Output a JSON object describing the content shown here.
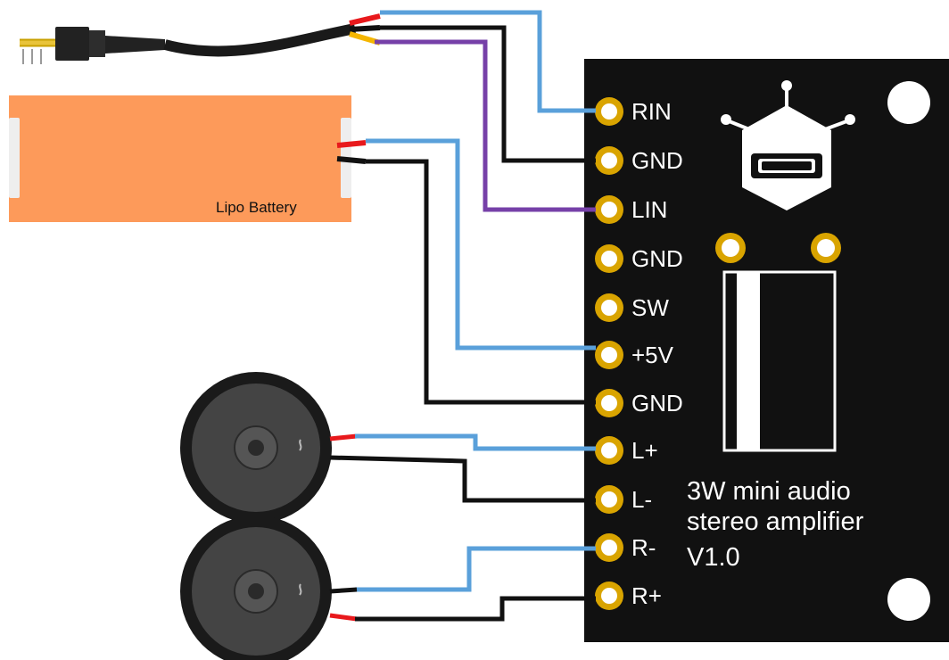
{
  "board": {
    "title_line1": "3W mini audio",
    "title_line2": "stereo amplifier",
    "title_line3": "V1.0",
    "pins": [
      "RIN",
      "GND",
      "LIN",
      "GND",
      "SW",
      "+5V",
      "GND",
      "L+",
      "L-",
      "R-",
      "R+"
    ],
    "color": "#111111",
    "pad_color": "#d9a400"
  },
  "battery": {
    "label": "Lipo Battery",
    "color": "#fd9a5a"
  },
  "wire_colors": {
    "blue": "#5aa0da",
    "black": "#111111",
    "purple": "#7640a8",
    "red": "#e8191c",
    "yellow": "#f5b600"
  },
  "icons": {
    "audio_jack": "audio-plug-icon",
    "speaker_left": "speaker-icon",
    "speaker_right": "speaker-icon",
    "board_logo": "robot-logo-icon"
  }
}
